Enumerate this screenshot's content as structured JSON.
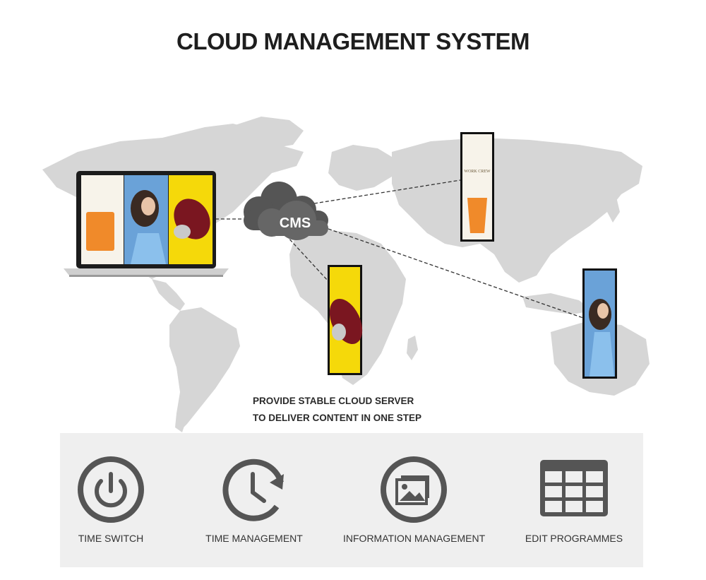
{
  "title": "CLOUD MANAGEMENT SYSTEM",
  "cloud_label": "CMS",
  "caption": {
    "line1": "PROVIDE STABLE CLOUD SERVER",
    "line2": "TO DELIVER CONTENT IN ONE STEP"
  },
  "screen_texts": {
    "brand": "WORK CREW"
  },
  "features": [
    {
      "label": "TIME SWITCH",
      "icon": "power-icon"
    },
    {
      "label": "TIME MANAGEMENT",
      "icon": "clock-refresh-icon"
    },
    {
      "label": "INFORMATION MANAGEMENT",
      "icon": "image-gallery-icon"
    },
    {
      "label": "EDIT PROGRAMMES",
      "icon": "table-grid-icon"
    }
  ],
  "colors": {
    "map": "#d4d4d4",
    "cloud": "#555555",
    "icon": "#555555",
    "panel": "#efefef",
    "yellow": "#f5d90a",
    "blue": "#6aa2d8",
    "orange": "#f08a2a"
  }
}
